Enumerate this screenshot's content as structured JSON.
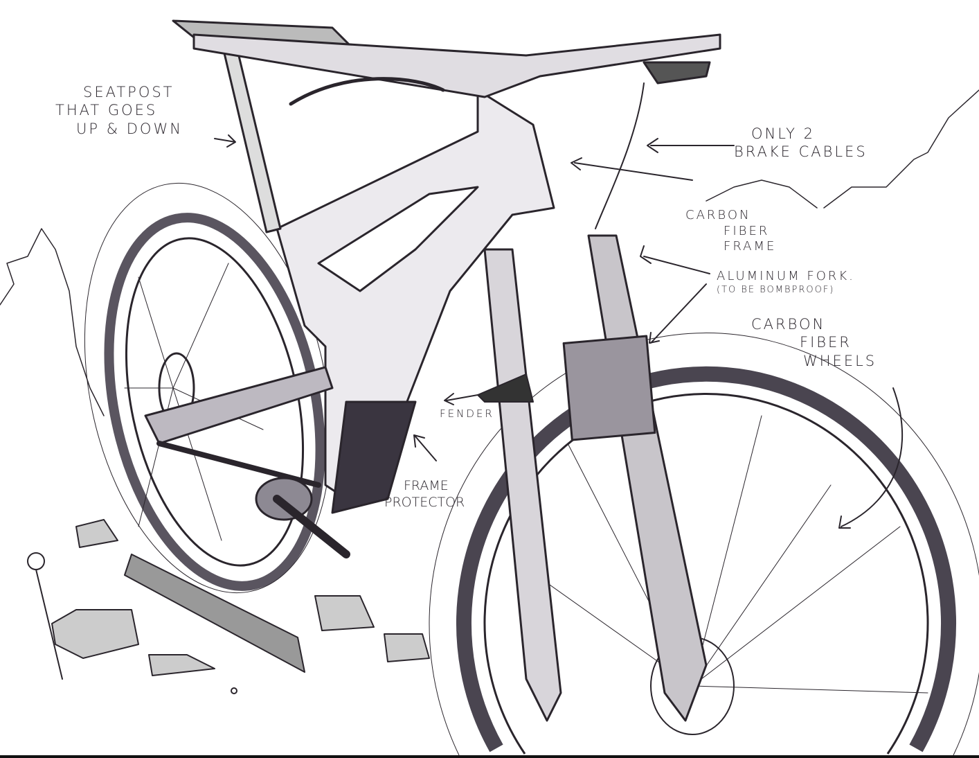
{
  "annotations": {
    "seatpost": [
      "SEATPOST",
      "THAT GOES",
      "UP & DOWN"
    ],
    "brake_cables": [
      "ONLY 2",
      "BRAKE CABLES"
    ],
    "frame": [
      "CARBON",
      "FIBER",
      "FRAME"
    ],
    "fork": "ALUMINUM FORK.",
    "fork_note": "(TO BE BOMBPROOF)",
    "wheels": [
      "CARBON",
      "FIBER",
      "WHEELS"
    ],
    "fender": "FENDER",
    "frame_protector": [
      "FRAME",
      "PROTECTOR"
    ]
  },
  "colors": {
    "ink": "#2a252c",
    "paper": "#ffffff"
  }
}
